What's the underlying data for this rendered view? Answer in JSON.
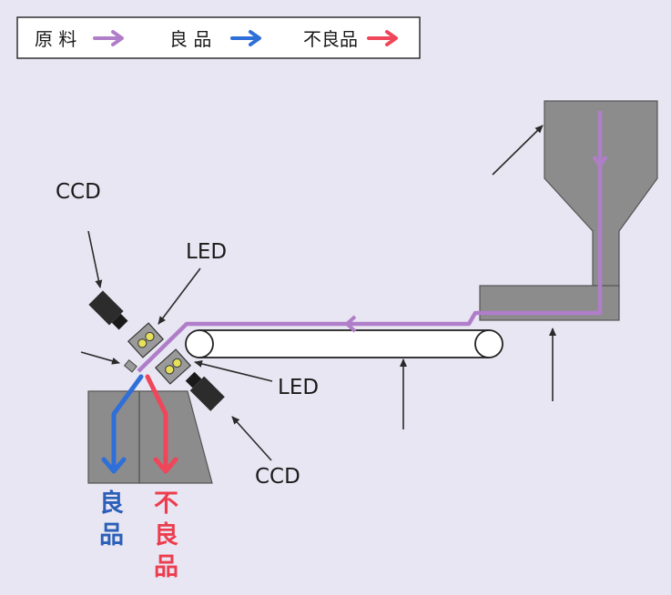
{
  "legend": {
    "items": [
      {
        "label": "原 料",
        "color": "#b07ec9"
      },
      {
        "label": "良 品",
        "color": "#2f6fd8"
      },
      {
        "label": "不良品",
        "color": "#f0465a"
      }
    ]
  },
  "labels": {
    "ccd_top": "CCD",
    "led_top": "LED",
    "led_bottom": "LED",
    "ccd_bottom": "CCD"
  },
  "outputs": {
    "good": {
      "chars": [
        "良",
        "品"
      ],
      "color": "#2b5fb8"
    },
    "defective": {
      "chars": [
        "不",
        "良",
        "品"
      ],
      "color": "#ec3d4e"
    }
  },
  "colors": {
    "background": "#e9e6f3",
    "equipment_gray": "#8c8c8c",
    "raw_path": "#b07ec9"
  }
}
